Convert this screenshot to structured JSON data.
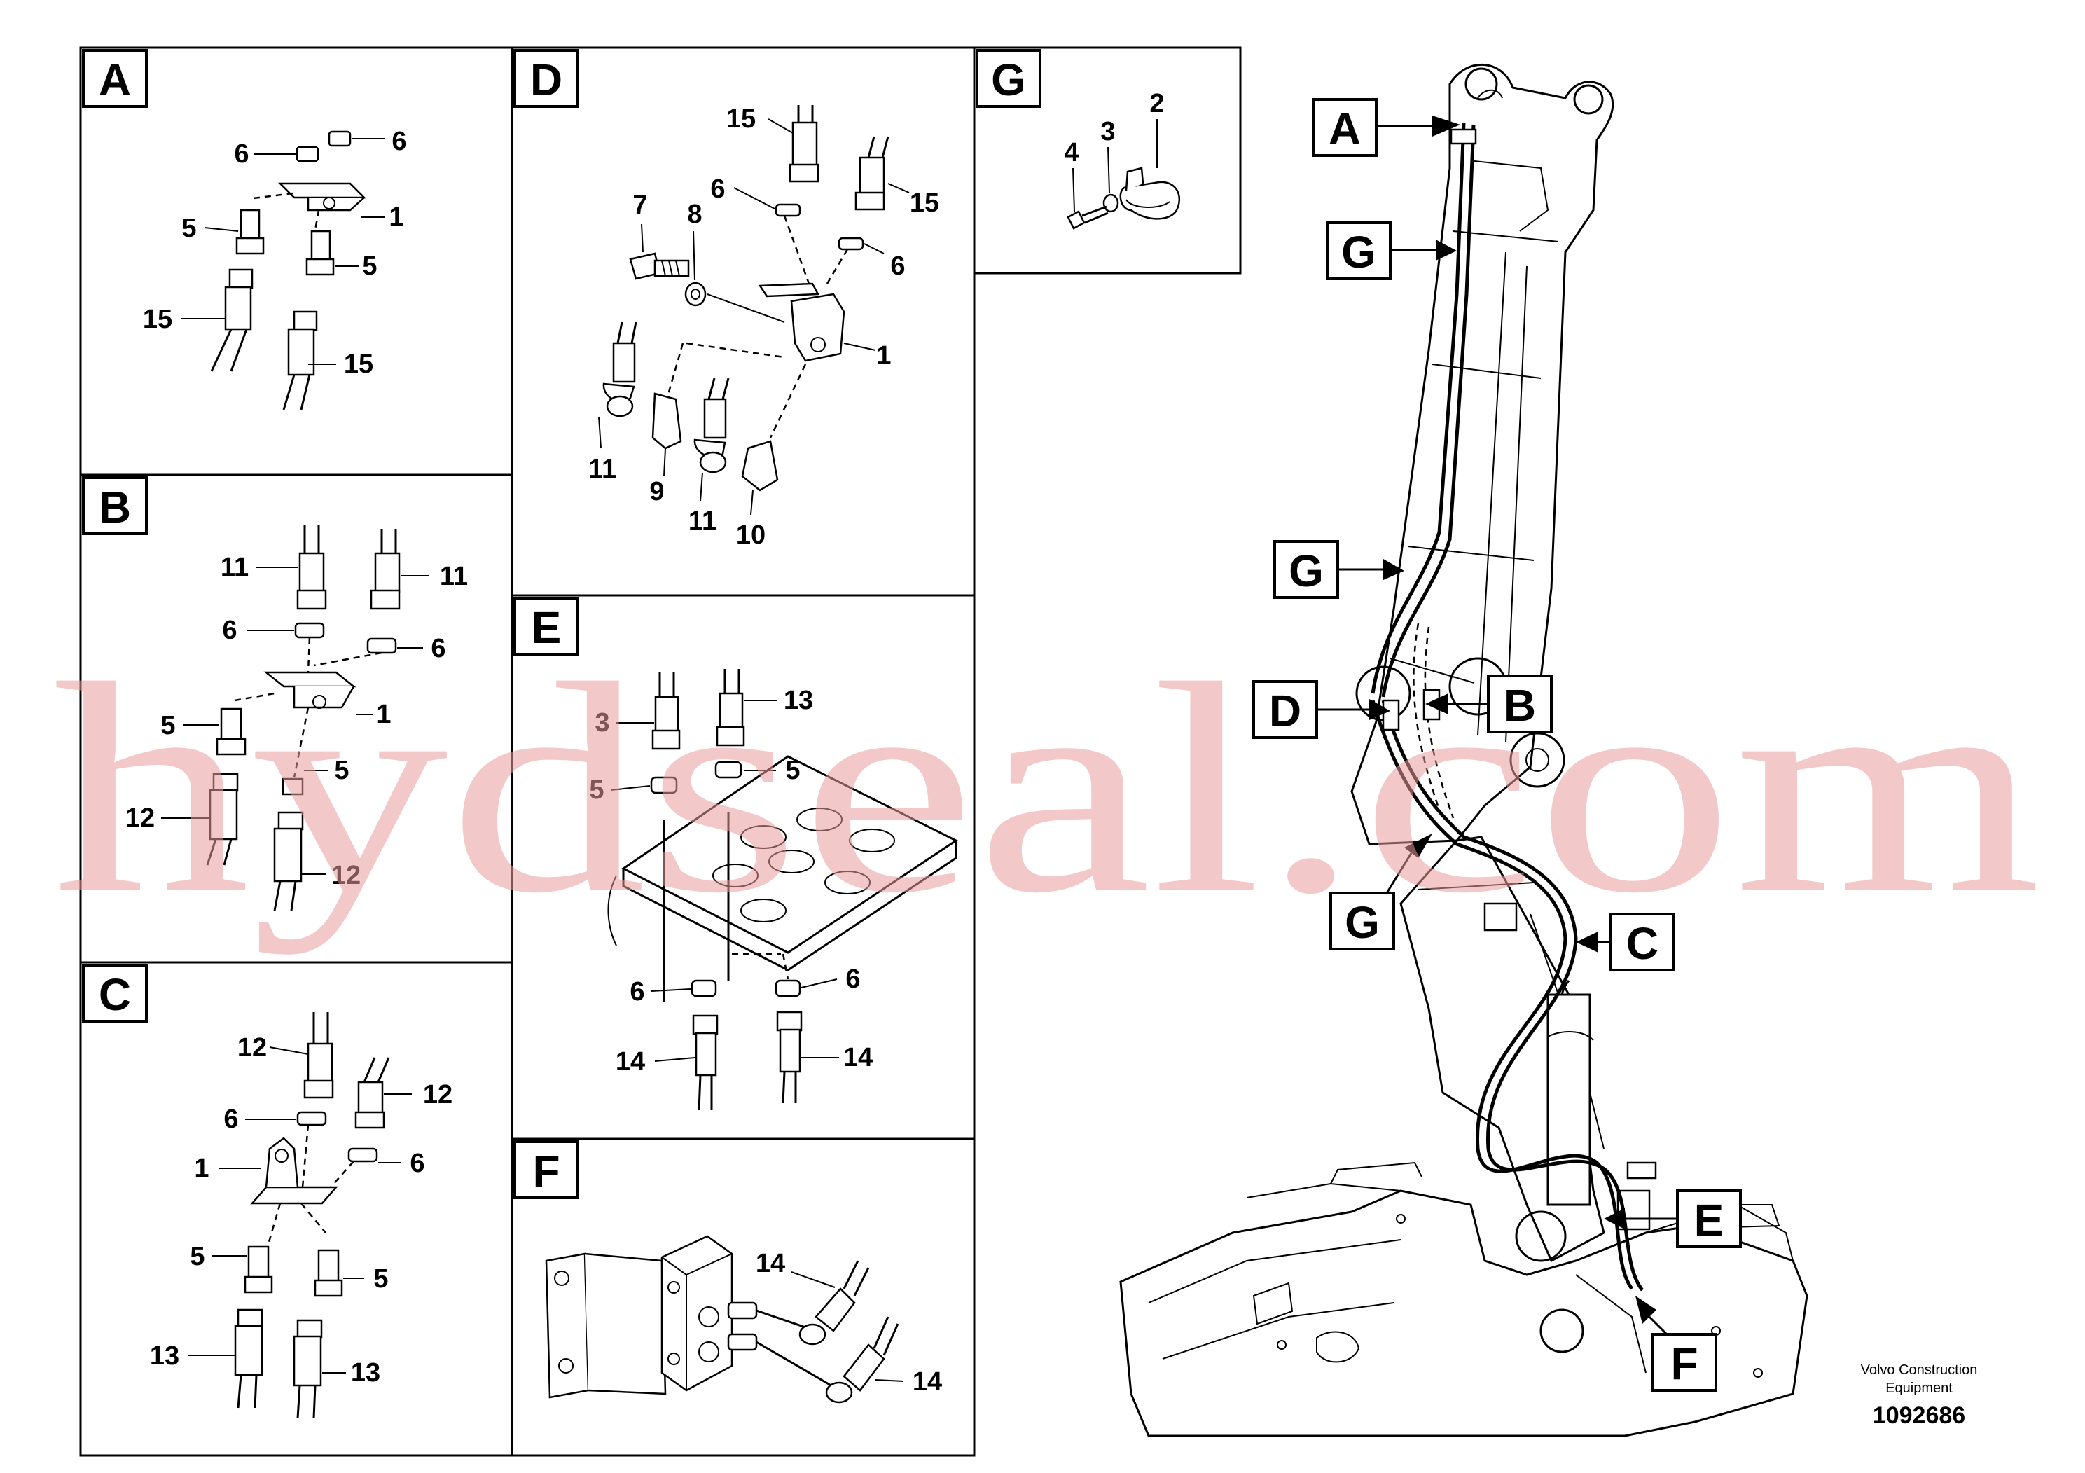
{
  "panels": {
    "A": {
      "label": "A",
      "callouts": [
        "6",
        "6",
        "1",
        "5",
        "5",
        "15",
        "15"
      ]
    },
    "B": {
      "label": "B",
      "callouts": [
        "11",
        "11",
        "6",
        "6",
        "1",
        "5",
        "5",
        "12",
        "12"
      ]
    },
    "C": {
      "label": "C",
      "callouts": [
        "12",
        "12",
        "6",
        "6",
        "1",
        "5",
        "5",
        "13",
        "13"
      ]
    },
    "D": {
      "label": "D",
      "callouts": [
        "15",
        "7",
        "8",
        "6",
        "15",
        "6",
        "1",
        "11",
        "9",
        "11",
        "10"
      ]
    },
    "E": {
      "label": "E",
      "callouts": [
        "3",
        "13",
        "5",
        "5",
        "6",
        "6",
        "14",
        "14"
      ]
    },
    "F": {
      "label": "F",
      "callouts": [
        "14",
        "14"
      ]
    },
    "G": {
      "label": "G",
      "callouts": [
        "2",
        "3",
        "4"
      ]
    }
  },
  "overview_labels": [
    "A",
    "G",
    "G",
    "D",
    "B",
    "G",
    "C",
    "E",
    "F"
  ],
  "watermark": "hydseal.com",
  "publisher": {
    "line1": "Volvo Construction",
    "line2": "Equipment",
    "number": "1092686"
  },
  "colors": {
    "watermark": "#e79a9a",
    "line": "#000000"
  }
}
